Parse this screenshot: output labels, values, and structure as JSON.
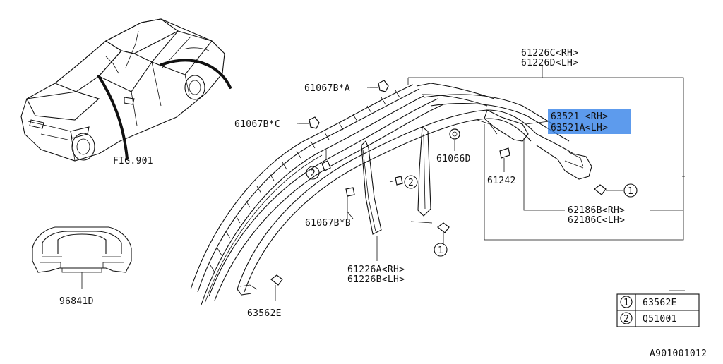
{
  "labels": {
    "fig": "FIG.901",
    "p61226C": "61226C<RH>",
    "p61226D": "61226D<LH>",
    "p61067BA": "61067B*A",
    "p61067BC": "61067B*C",
    "p63521": "63521 <RH>",
    "p63521A": "63521A<LH>",
    "p61066": "61066D",
    "p61242": "61242",
    "p62186B": "62186B<RH>",
    "p62186C": "62186C<LH>",
    "p61067BB": "61067B*B",
    "p61226A": "61226A<RH>",
    "p61226B": "61226B<LH>",
    "p63562E": "63562E",
    "p96841": "96841D",
    "drawing_id": "A901001012"
  },
  "callouts": {
    "one": "1",
    "two": "2"
  },
  "legend": [
    {
      "symbol": "1",
      "part": "63562E"
    },
    {
      "symbol": "2",
      "part": "Q51001"
    }
  ],
  "highlight_color": "#2f7fe8"
}
